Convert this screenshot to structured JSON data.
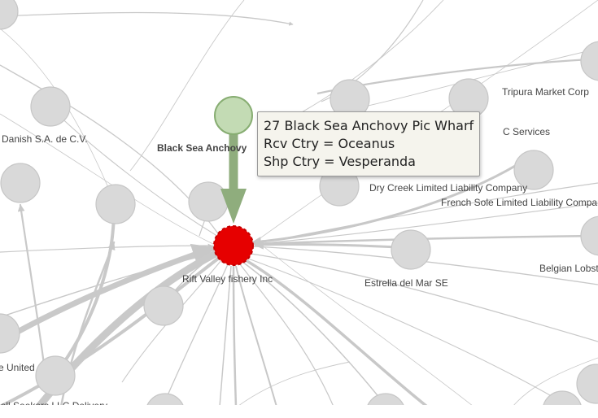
{
  "colors": {
    "edge": "#c8c8c8",
    "edge_dark": "#bbbbbb",
    "node_gray": "#d9d9d9",
    "node_gray_stroke": "#c6c6c6",
    "focus_node": "#e60000",
    "source_node": "#c3dbb4",
    "source_node_stroke": "#87ad72",
    "highlight_edge": "#8fad7d"
  },
  "nodes": {
    "danish": "Danish  S.A. de C.V.",
    "tripura": "Tripura  Market Corp",
    "c_services": "C Services",
    "black_sea": "Black Sea Anchovy",
    "dry_creek": "Dry Creek Limited Liability Company",
    "french_sole": "French Sole Limited Liability Company",
    "rift_valley": "Rift Valley fishery Inc",
    "estrella": "Estrella del Mar SE",
    "belgian": "Belgian Lobster",
    "united": "e United",
    "seekers": "shell Seekers LLC Delivery"
  },
  "tooltip": {
    "line1": "27 Black Sea Anchovy Pic Wharf",
    "line2": "Rcv Ctry = Oceanus",
    "line3": "Shp Ctry = Vesperanda"
  }
}
